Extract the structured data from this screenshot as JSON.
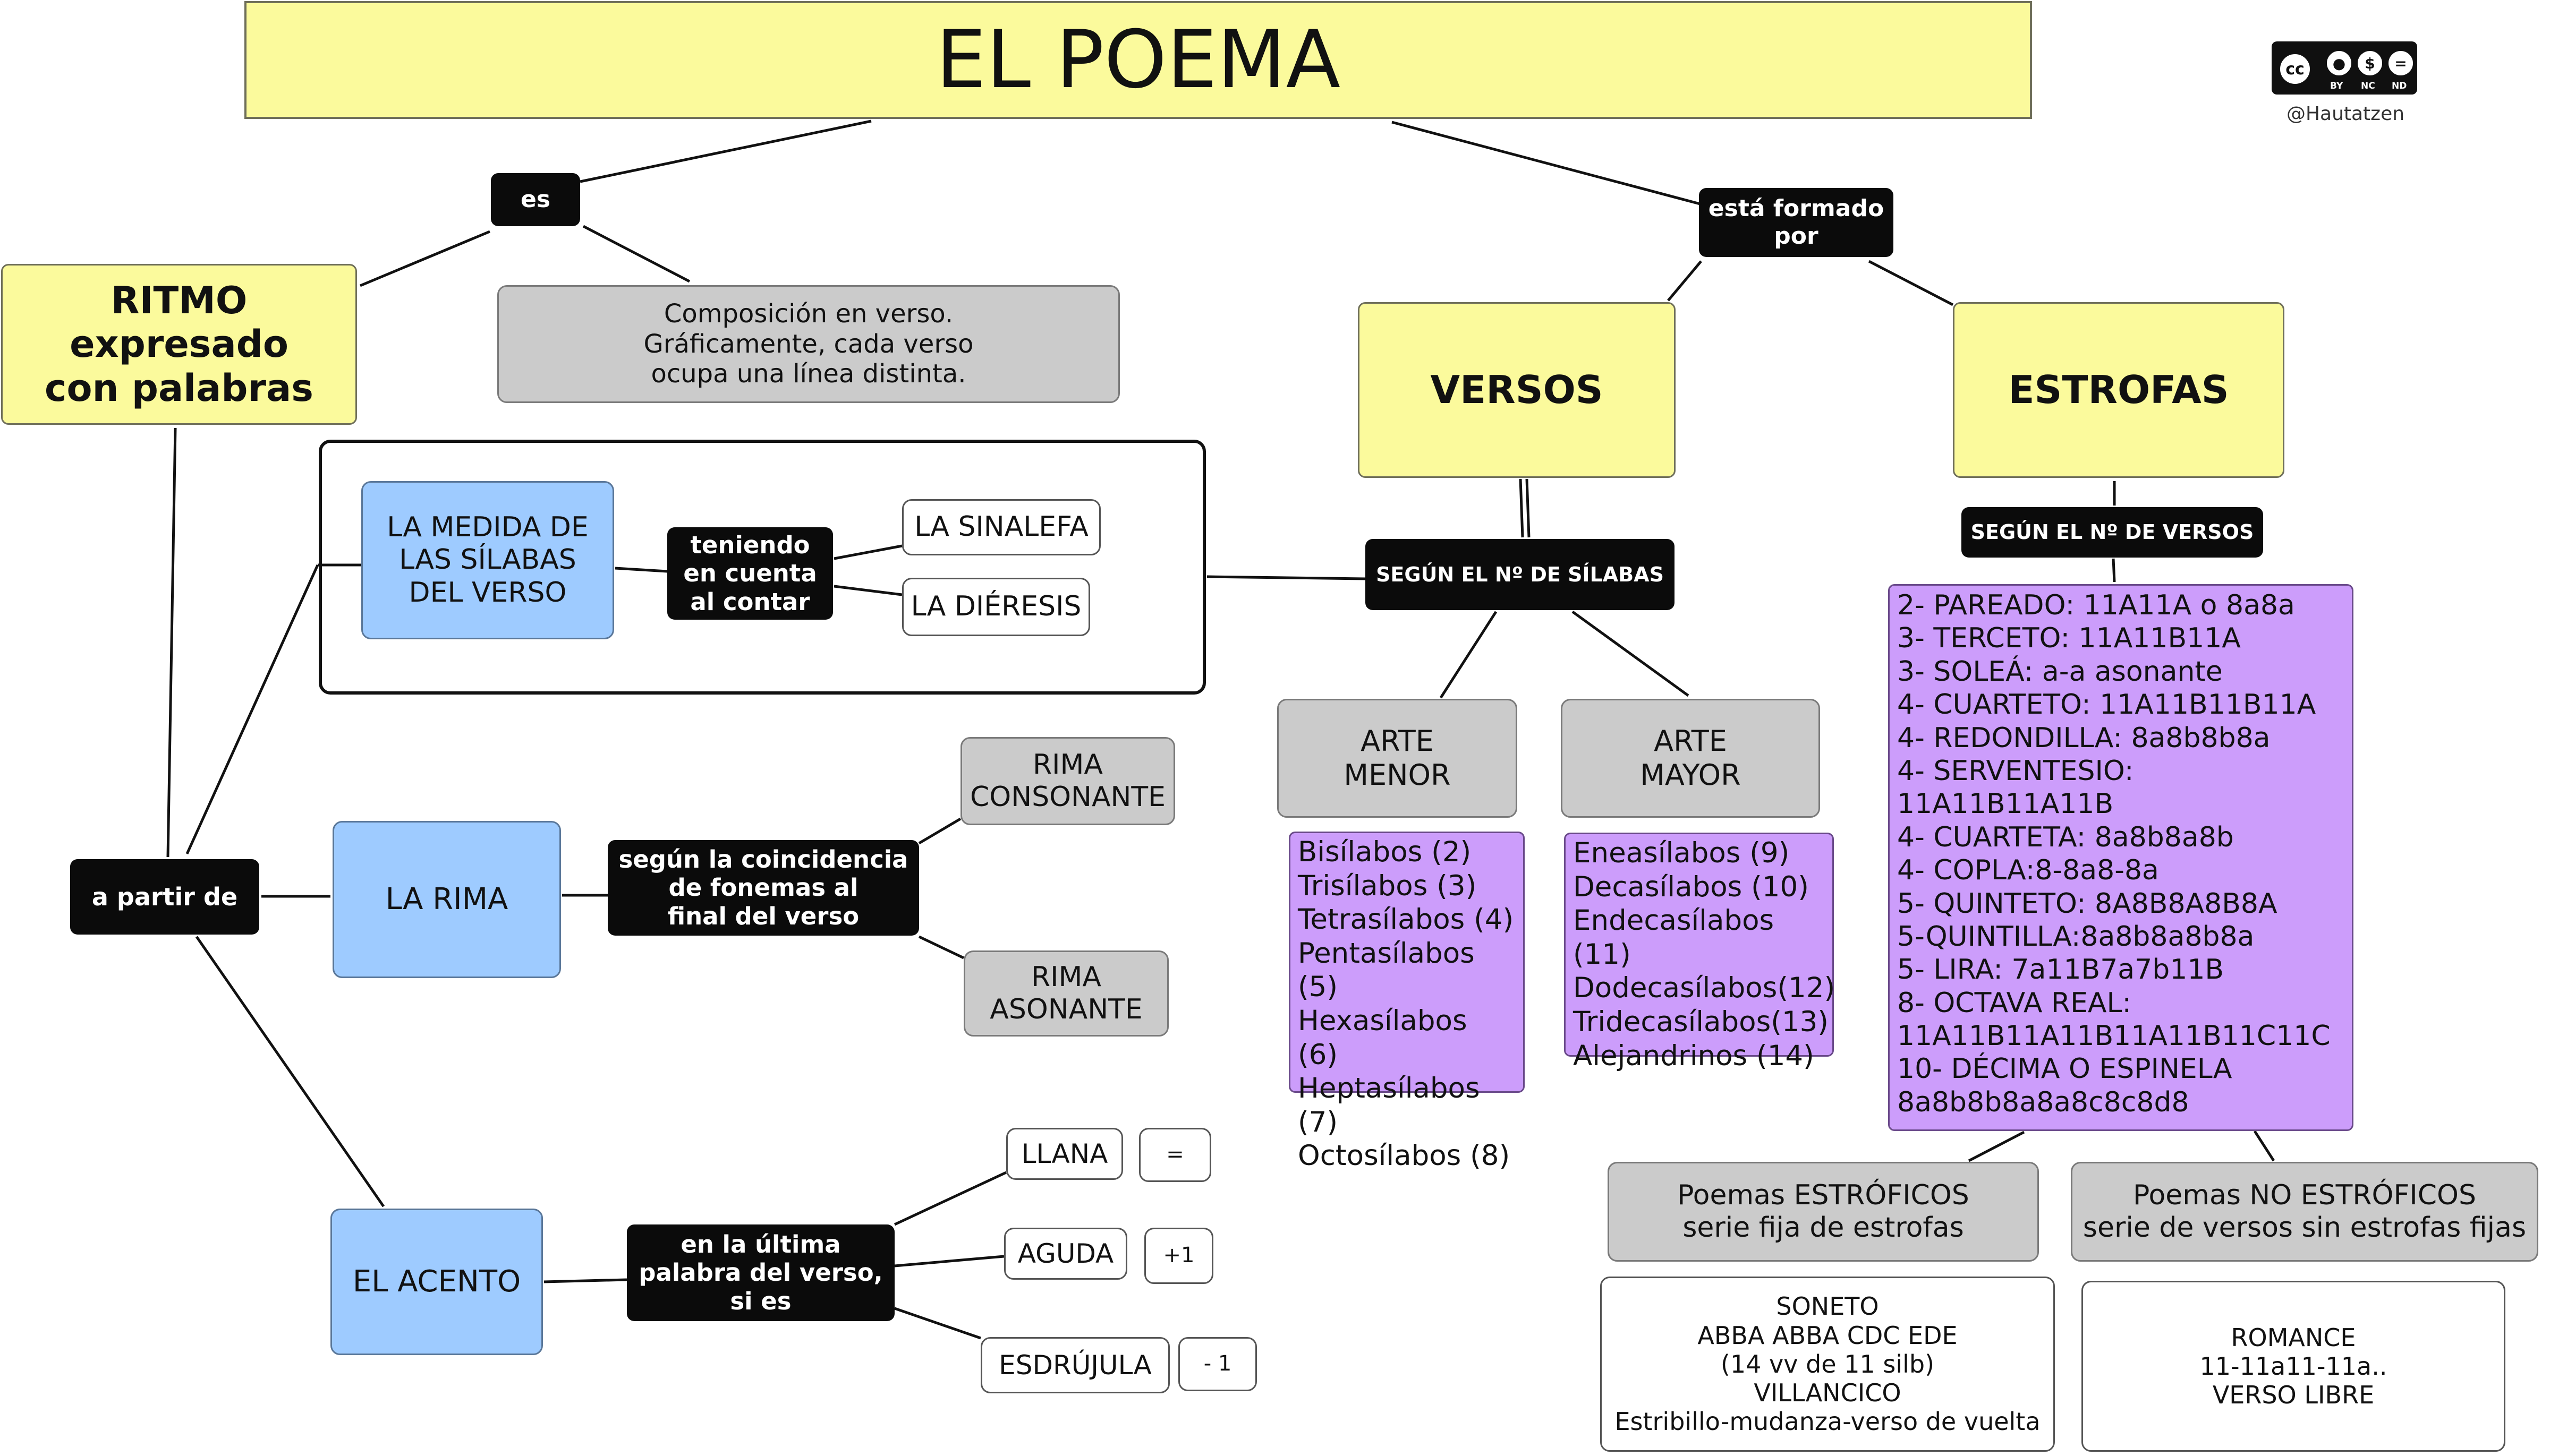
{
  "title": "EL POEMA",
  "license": {
    "badge_text": "cc",
    "by": "BY",
    "nc": "NC",
    "nd": "ND",
    "author": "@Hautatzen"
  },
  "connectors": {
    "es": "es",
    "esta_formado_por": "está formado\npor",
    "a_partir_de": "a partir de",
    "teniendo_en_cuenta": "teniendo\nen cuenta\nal contar",
    "segun_coincidencia": "según la coincidencia\nde fonemas al\nfinal del verso",
    "en_la_ultima": "en la última\npalabra del verso,\nsi es",
    "segun_silabas": "SEGÚN EL Nº DE SÍLABAS",
    "segun_versos": "SEGÚN EL Nº DE VERSOS"
  },
  "nodes": {
    "ritmo": "RITMO\nexpresado\ncon palabras",
    "definicion": "Composición en verso.\nGráficamente, cada verso\nocupa una línea distinta.",
    "versos": "VERSOS",
    "estrofas": "ESTROFAS",
    "medida": "LA MEDIDA DE\nLAS SÍLABAS\nDEL VERSO",
    "sinalefa": "LA SINALEFA",
    "dieresis": "LA DIÉRESIS",
    "rima": "LA RIMA",
    "rima_consonante": "RIMA\nCONSONANTE",
    "rima_asonante": "RIMA\nASONANTE",
    "acento": "EL ACENTO",
    "llana": "LLANA",
    "llana_value": "=",
    "aguda": "AGUDA",
    "aguda_value": "+1",
    "esdrujula": "ESDRÚJULA",
    "esdrujula_value": "- 1",
    "arte_menor": "ARTE\nMENOR",
    "arte_mayor": "ARTE\nMAYOR",
    "arte_menor_list": [
      "Bisílabos (2)",
      "Trisílabos (3)",
      "Tetrasílabos (4)",
      "Pentasílabos (5)",
      "Hexasílabos (6)",
      "Heptasílabos (7)",
      "Octosílabos (8)"
    ],
    "arte_mayor_list": [
      "Eneasílabos (9)",
      "Decasílabos (10)",
      "Endecasílabos (11)",
      "Dodecasílabos(12)",
      "Tridecasílabos(13)",
      "Alejandrinos (14)"
    ],
    "estrofas_list": [
      "2- PAREADO: 11A11A o 8a8a",
      "3- TERCETO: 11A11B11A",
      "3- SOLEÁ: a-a asonante",
      "4- CUARTETO: 11A11B11B11A",
      "4- REDONDILLA: 8a8b8b8a",
      "4- SERVENTESIO: 11A11B11A11B",
      "4- CUARTETA: 8a8b8a8b",
      "4- COPLA:8-8a8-8a",
      "5- QUINTETO: 8A8B8A8B8A",
      "5-QUINTILLA:8a8b8a8b8a",
      "5- LIRA: 7a11B7a7b11B",
      "8- OCTAVA REAL:",
      "11A11B11A11B11A11B11C11C",
      "10- DÉCIMA O ESPINELA",
      "8a8b8b8a8a8c8c8d8"
    ],
    "poemas_estroficos": "Poemas ESTRÓFICOS\nserie fija de estrofas",
    "poemas_no_estroficos": "Poemas NO ESTRÓFICOS\nserie de versos sin estrofas fijas",
    "ejemplos_estroficos": "SONETO\nABBA ABBA CDC EDE\n(14 vv de 11 silb)\nVILLANCICO\nEstribillo-mudanza-verso de vuelta",
    "ejemplos_no_estroficos": "ROMANCE\n11-11a11-11a..\nVERSO LIBRE"
  }
}
